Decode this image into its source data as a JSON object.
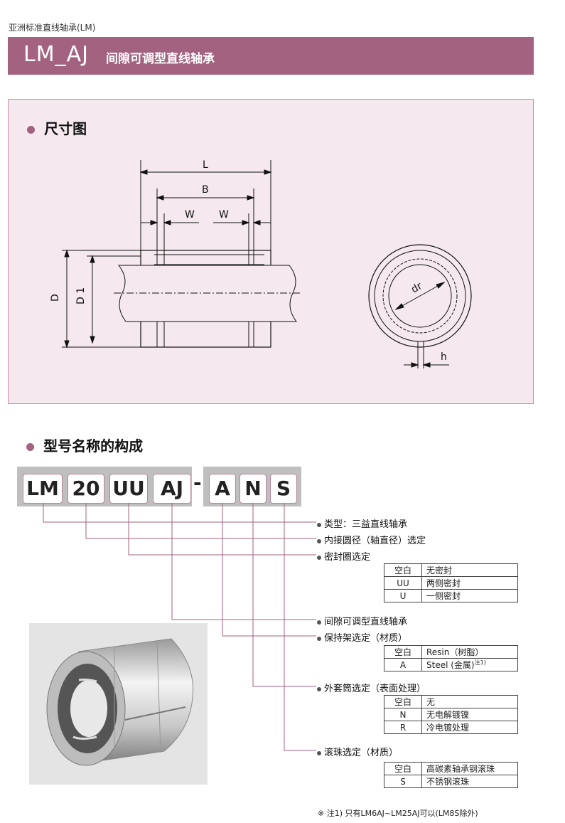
{
  "breadcrumb": "亚洲标准直线轴承(LM)",
  "banner": {
    "code": "LM_AJ",
    "title": "间隙可调型直线轴承"
  },
  "dimension_section": {
    "title": "尺寸图",
    "labels": {
      "L": "L",
      "B": "B",
      "W": "W",
      "D": "D",
      "D1": "D 1",
      "dr": "dr",
      "h": "h"
    }
  },
  "model_section": {
    "title": "型号名称的构成",
    "code_parts": [
      "LM",
      "20",
      "UU",
      "AJ",
      "-",
      "A",
      "N",
      "S"
    ]
  },
  "callouts": [
    {
      "label": "类型：三益直线轴承"
    },
    {
      "label": "内接圆径（轴直径）选定"
    },
    {
      "label": "密封圈选定",
      "options": [
        [
          "空白",
          "无密封"
        ],
        [
          "UU",
          "两侧密封"
        ],
        [
          "U",
          "一侧密封"
        ]
      ]
    },
    {
      "label": "间隙可调型直线轴承"
    },
    {
      "label": "保持架选定（材质）",
      "options": [
        [
          "空白",
          "Resin（树脂）"
        ],
        [
          "A",
          "Steel (金属)"
        ]
      ],
      "footnote_mark": "注1)"
    },
    {
      "label": "外套筒选定（表面处理）",
      "options": [
        [
          "空白",
          "无"
        ],
        [
          "N",
          "无电解镀镍"
        ],
        [
          "R",
          "冷电镀处理"
        ]
      ]
    },
    {
      "label": "滚珠选定（材质）",
      "options": [
        [
          "空白",
          "高碳素轴承钢滚珠"
        ],
        [
          "S",
          "不锈钢滚珠"
        ]
      ]
    }
  ],
  "footnote": "※ 注1) 只有LM6AJ~LM25AJ可以(LM8S除外)",
  "colors": {
    "brand": "#a3627f",
    "panel": "#f5e9ef"
  }
}
